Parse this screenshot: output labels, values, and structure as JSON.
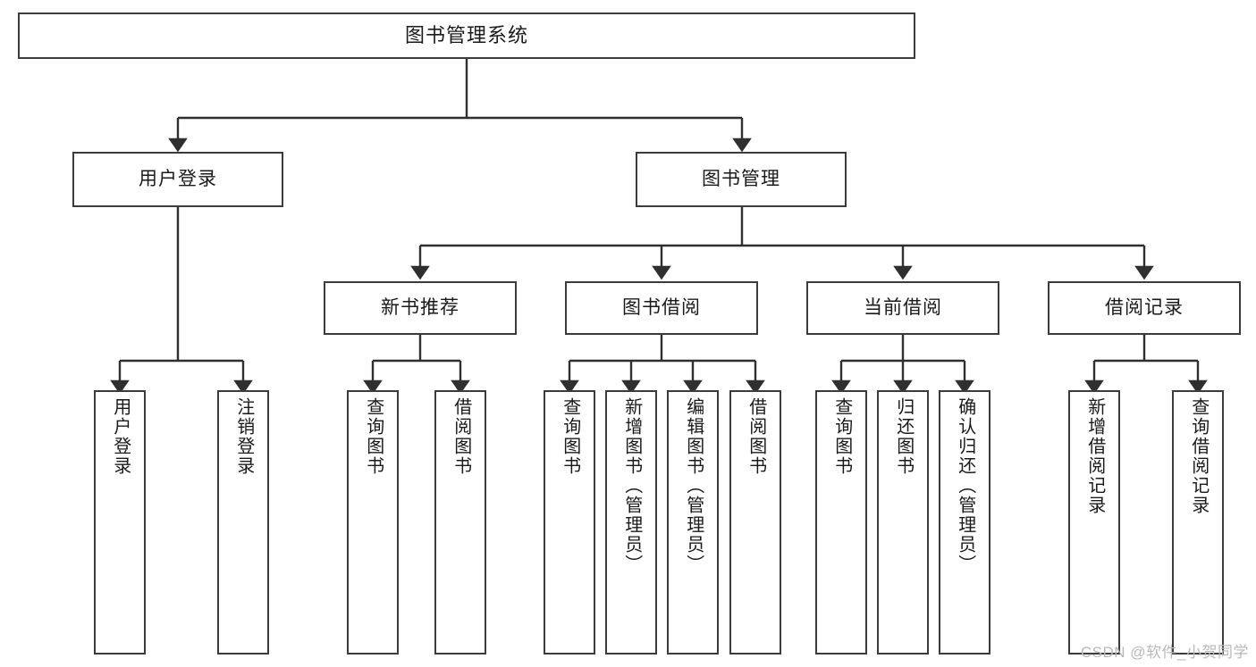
{
  "diagram": {
    "title": "图书管理系统",
    "type": "tree-hierarchy-chart",
    "root": {
      "label": "图书管理系统"
    },
    "level2": [
      {
        "label": "用户登录"
      },
      {
        "label": "图书管理"
      }
    ],
    "level3": [
      {
        "label": "新书推荐"
      },
      {
        "label": "图书借阅"
      },
      {
        "label": "当前借阅"
      },
      {
        "label": "借阅记录"
      }
    ],
    "leaves": {
      "user_login": [
        {
          "label": "用户登录"
        },
        {
          "label": "注销登录"
        }
      ],
      "new_book_recommend": [
        {
          "label": "查询图书"
        },
        {
          "label": "借阅图书"
        }
      ],
      "book_borrow": [
        {
          "label": "查询图书"
        },
        {
          "label": "新增图书（管理员）"
        },
        {
          "label": "编辑图书（管理员）"
        },
        {
          "label": "借阅图书"
        }
      ],
      "current_borrow": [
        {
          "label": "查询图书"
        },
        {
          "label": "归还图书"
        },
        {
          "label": "确认归还（管理员）"
        }
      ],
      "borrow_record": [
        {
          "label": "新增借阅记录"
        },
        {
          "label": "查询借阅记录"
        }
      ]
    },
    "colors": {
      "box_border": "#3b3b3b",
      "box_fill": "#ffffff",
      "connector": "#2f2f2f",
      "text": "#1a1a1a",
      "watermark": "#b9b9b9"
    }
  },
  "watermark": {
    "text": "CSDN @软件_小贺同学"
  }
}
